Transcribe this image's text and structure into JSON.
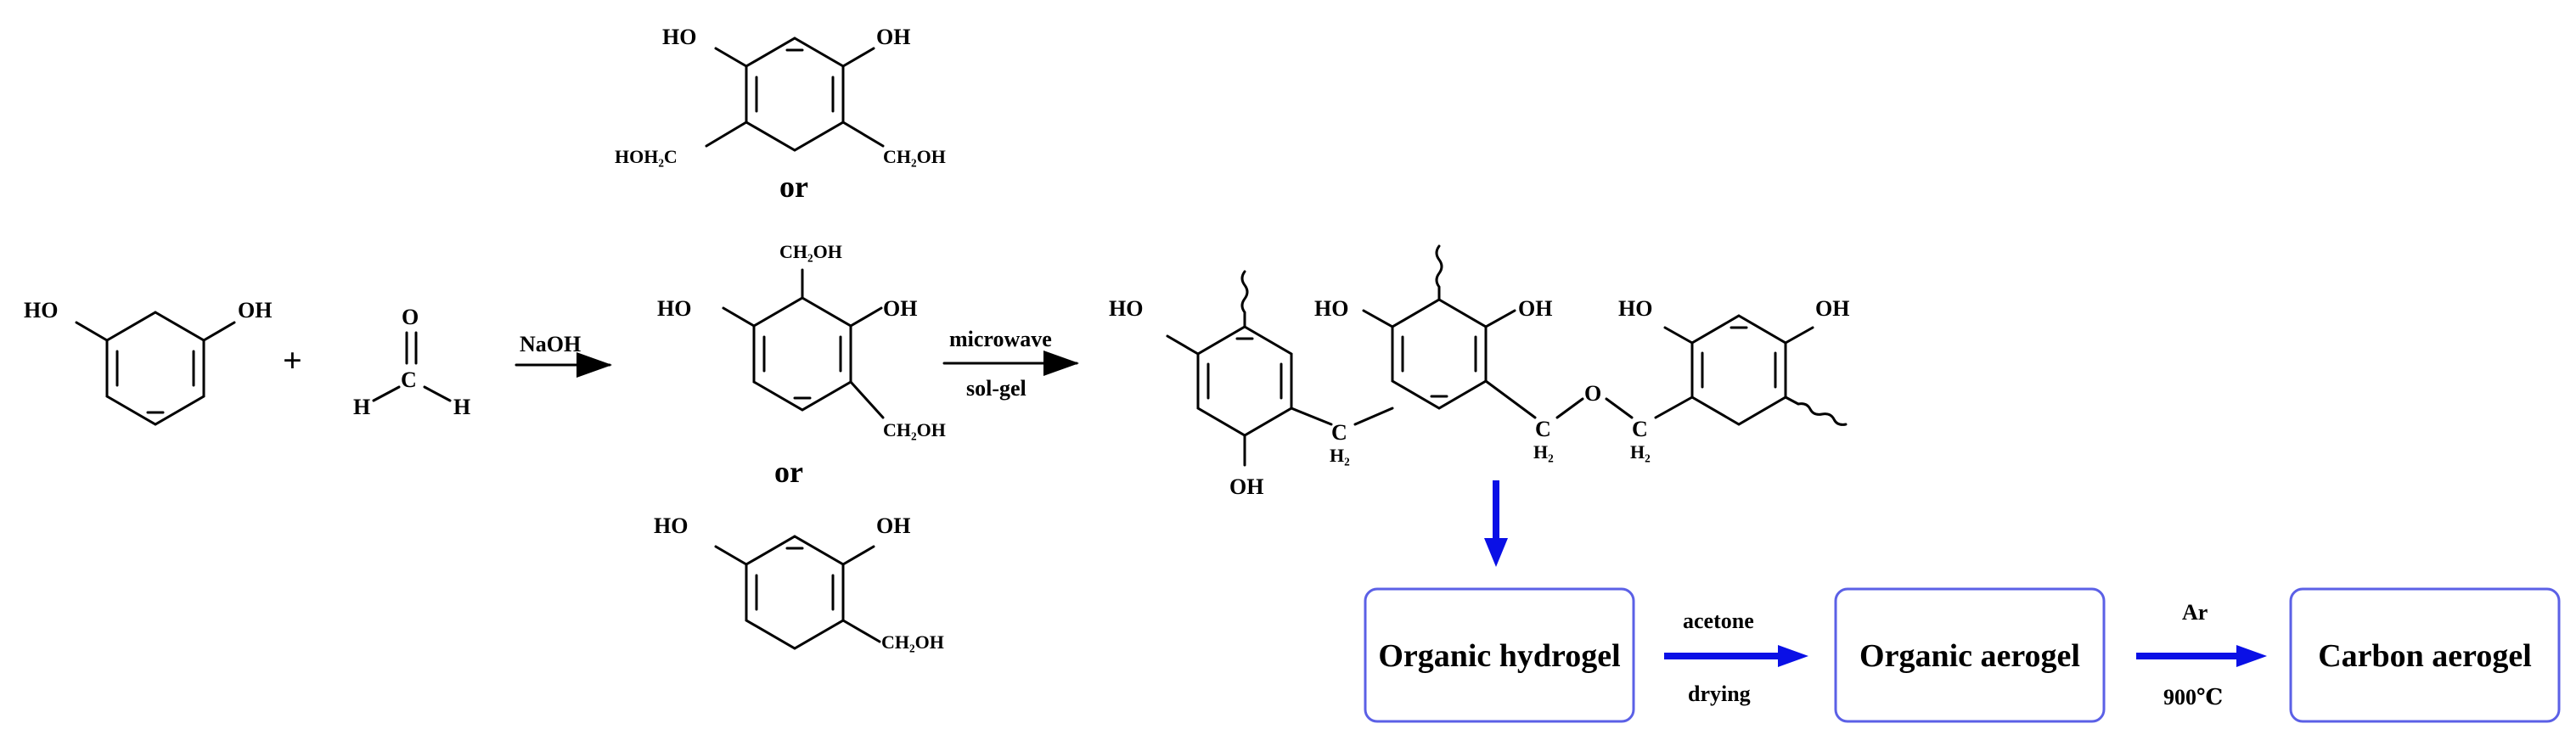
{
  "reactants": {
    "plus": "+",
    "resorcinol": {
      "oh_left": "HO",
      "oh_right": "OH"
    },
    "formaldehyde": {
      "o": "O",
      "c": "C",
      "h_left": "H",
      "h_right": "H"
    }
  },
  "step1": {
    "reagent": "NaOH"
  },
  "intermediates": {
    "top": {
      "oh_left": "HO",
      "oh_right": "OH",
      "ch2oh_left": "HOH₂C",
      "ch2oh_right": "CH₂OH"
    },
    "or_upper": "or",
    "middle": {
      "ch2oh_top": "CH₂OH",
      "oh_left": "HO",
      "oh_right": "OH",
      "ch2oh_bottom": "CH₂OH"
    },
    "or_lower": "or",
    "bottom": {
      "oh_left": "HO",
      "oh_right": "OH",
      "ch2oh": "CH₂OH"
    }
  },
  "step2": {
    "above": "microwave",
    "below": "sol-gel"
  },
  "polymer": {
    "ring1_oh_top": "HO",
    "ring1_oh_bottom": "OH",
    "ring2_oh_left": "HO",
    "ring2_oh_right": "OH",
    "ring3_oh_left": "HO",
    "ring3_oh_right": "OH",
    "bridge1": "C",
    "bridge1_h": "H₂",
    "bridge2": "C",
    "bridge2_h": "H₂",
    "ether_o": "O",
    "bridge3": "C",
    "bridge3_h": "H₂"
  },
  "process": {
    "box1": "Organic hydrogel",
    "step_a": {
      "above": "acetone",
      "below": "drying"
    },
    "box2": "Organic aerogel",
    "step_b": {
      "above": "Ar",
      "below": "900℃"
    },
    "box3": "Carbon aerogel"
  },
  "colors": {
    "arrow": "#0a10e6",
    "box_border": "#5b60e6",
    "ink": "#000000"
  }
}
